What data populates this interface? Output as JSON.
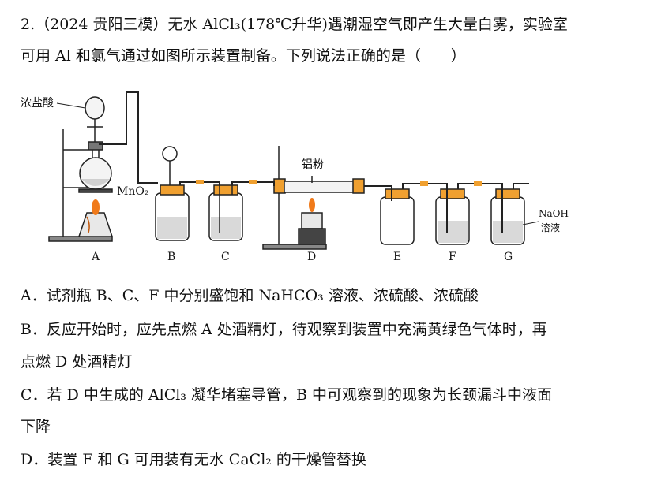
{
  "question": {
    "stem_line1": "2.（2024 贵阳三模）无水 AlCl₃(178℃升华)遇潮湿空气即产生大量白雾，实验室",
    "stem_line2": "可用 Al 和氯气通过如图所示装置制备。下列说法正确的是（　　）"
  },
  "figure": {
    "labels": {
      "conc_hcl": "浓盐酸",
      "mno2": "MnO₂",
      "al_powder": "铝粉",
      "naoh": "NaOH",
      "solution": "溶液"
    },
    "stations": [
      "A",
      "B",
      "C",
      "D",
      "E",
      "F",
      "G"
    ],
    "colors": {
      "tube_connector": "#f0a030",
      "liquid": "#d9d9d9",
      "flame": "#f07a1a"
    }
  },
  "options": {
    "A": "A．试剂瓶 B、C、F 中分别盛饱和 NaHCO₃ 溶液、浓硫酸、浓硫酸",
    "B1": "B．反应开始时，应先点燃 A 处酒精灯，待观察到装置中充满黄绿色气体时，再",
    "B2": "点燃 D 处酒精灯",
    "C1": "C．若 D 中生成的 AlCl₃ 凝华堵塞导管，B 中可观察到的现象为长颈漏斗中液面",
    "C2": "下降",
    "D": "D．装置 F 和 G 可用装有无水 CaCl₂ 的干燥管替换"
  }
}
